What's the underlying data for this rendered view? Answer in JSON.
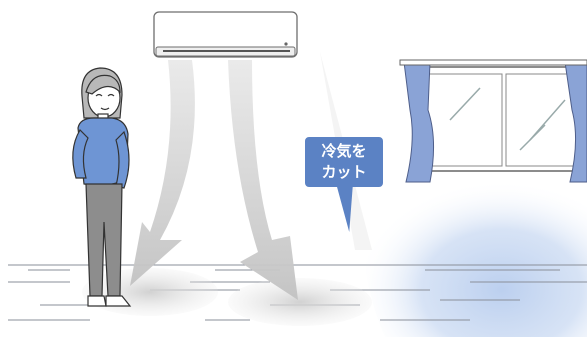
{
  "callout": {
    "line1": "冷気を",
    "line2": "カット"
  },
  "icons": {
    "air_conditioner": "air-conditioner-icon",
    "window": "window-icon",
    "person": "person-illustration",
    "airflow": "airflow-arrow-icon"
  },
  "colors": {
    "callout_fill": "#5b82c4",
    "cold_air": "#b8cdee",
    "floor_line": "#8a8f99",
    "curtain": "#8aa3d6",
    "sweater": "#6e95d4",
    "pants": "#8d8d8d",
    "airflow": "#cfcfcf"
  }
}
